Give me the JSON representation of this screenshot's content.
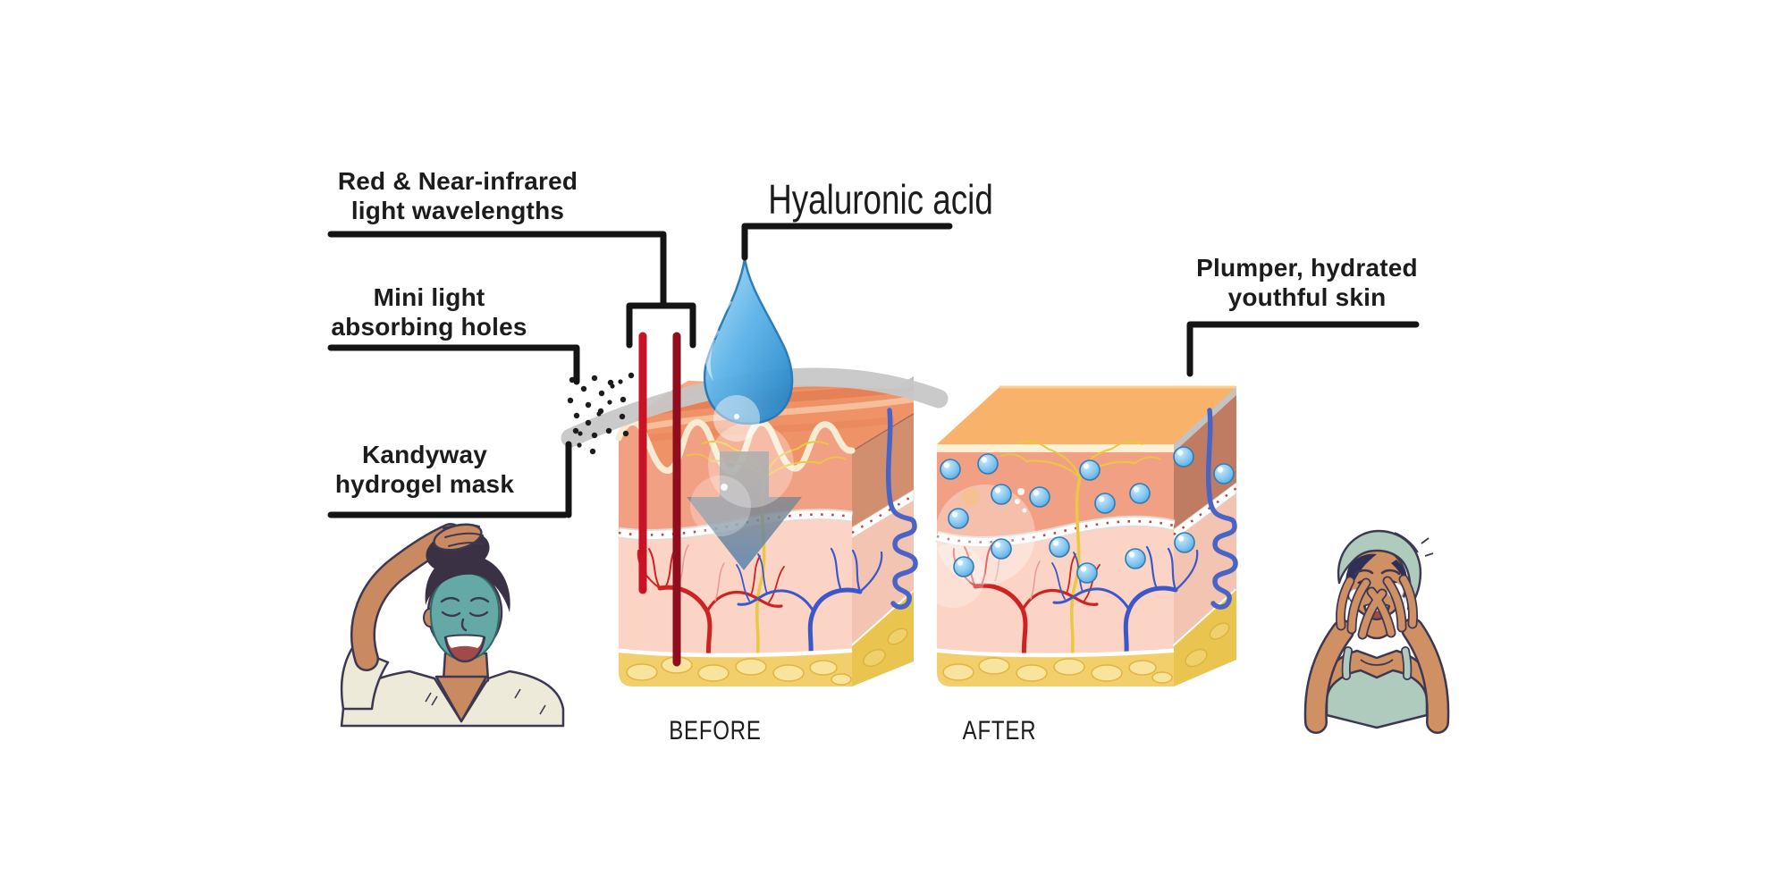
{
  "infographic": {
    "labels": {
      "red_nir": {
        "line1": "Red & Near-infrared",
        "line2": "light wavelengths"
      },
      "mini_holes": {
        "line1": "Mini light",
        "line2": "absorbing holes"
      },
      "hydrogel": {
        "line1": "Kandyway",
        "line2": "hydrogel mask"
      },
      "hyaluronic": {
        "text": "Hyaluronic acid"
      },
      "result": {
        "line1": "Plumper, hydrated",
        "line2": "youthful skin"
      }
    },
    "captions": {
      "before": "BEFORE",
      "after": "AFTER"
    }
  },
  "palette": {
    "text": "#1c1c1c",
    "line": "#141414",
    "ray-red": "#c81226",
    "ray-dark-red": "#8f0d1d",
    "droplet-blue": "#2e9fe0",
    "band-gray": "#c7c7c7",
    "particle-black": "#1c1c1c",
    "epidermis": "#f2a083",
    "dermis": "#fbd4c5",
    "fat": "#f3cf6b",
    "fat-blob": "#f8e49c",
    "cream-line": "#f5ecd2",
    "vessel-red": "#cf2222",
    "vessel-blue": "#3a57cc",
    "nerve-yellow": "#e9c93e",
    "after-top": "#f8b269",
    "top-wrinkle": "#ef9268",
    "mask-teal": "#64a9a5",
    "robe-cream": "#edead9",
    "skin-left": "#c98a62",
    "skin-right": "#cf9064",
    "hair-dark": "#3a3145",
    "hair-navy": "#2d3057",
    "sage": "#aecbbd",
    "outline-ink": "#3d3852"
  }
}
